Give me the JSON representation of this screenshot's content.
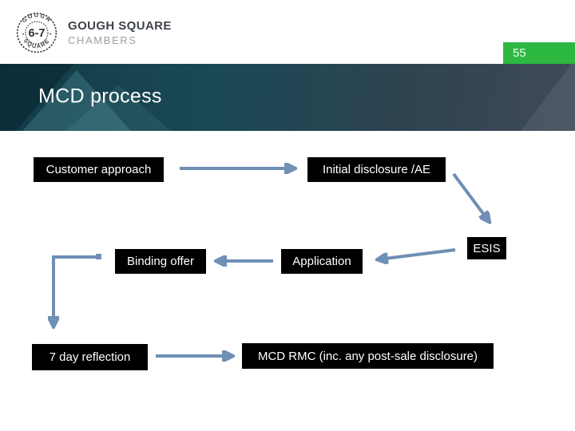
{
  "slide": {
    "page_number": "55",
    "title": "MCD process"
  },
  "logo": {
    "stamp_top_text": "GOUGH",
    "stamp_bottom_text": "SQUARE",
    "stamp_center_text": "6-7",
    "org_name": "GOUGH SQUARE",
    "org_subname": "CHAMBERS"
  },
  "flowchart": {
    "nodes": [
      {
        "id": "customer-approach",
        "label": "Customer approach"
      },
      {
        "id": "initial-disclosure-ae",
        "label": "Initial disclosure /AE"
      },
      {
        "id": "binding-offer",
        "label": "Binding offer"
      },
      {
        "id": "application",
        "label": "Application"
      },
      {
        "id": "esis",
        "label": "ESIS"
      },
      {
        "id": "seven-day-reflection",
        "label": "7 day reflection"
      },
      {
        "id": "mcd-rmc",
        "label": "MCD RMC (inc. any post-sale disclosure)"
      }
    ],
    "edges": [
      {
        "from": "customer-approach",
        "to": "initial-disclosure-ae"
      },
      {
        "from": "initial-disclosure-ae",
        "to": "esis"
      },
      {
        "from": "esis",
        "to": "application"
      },
      {
        "from": "application",
        "to": "binding-offer"
      },
      {
        "from": "binding-offer",
        "to": "seven-day-reflection"
      },
      {
        "from": "seven-day-reflection",
        "to": "mcd-rmc"
      }
    ]
  },
  "colors": {
    "badge_green": "#2db842",
    "arrow_blue": "#6f8fb5",
    "box_black": "#000000",
    "banner_teal": "#1a4955",
    "banner_slate": "#414a57",
    "title_white": "#ffffff"
  }
}
